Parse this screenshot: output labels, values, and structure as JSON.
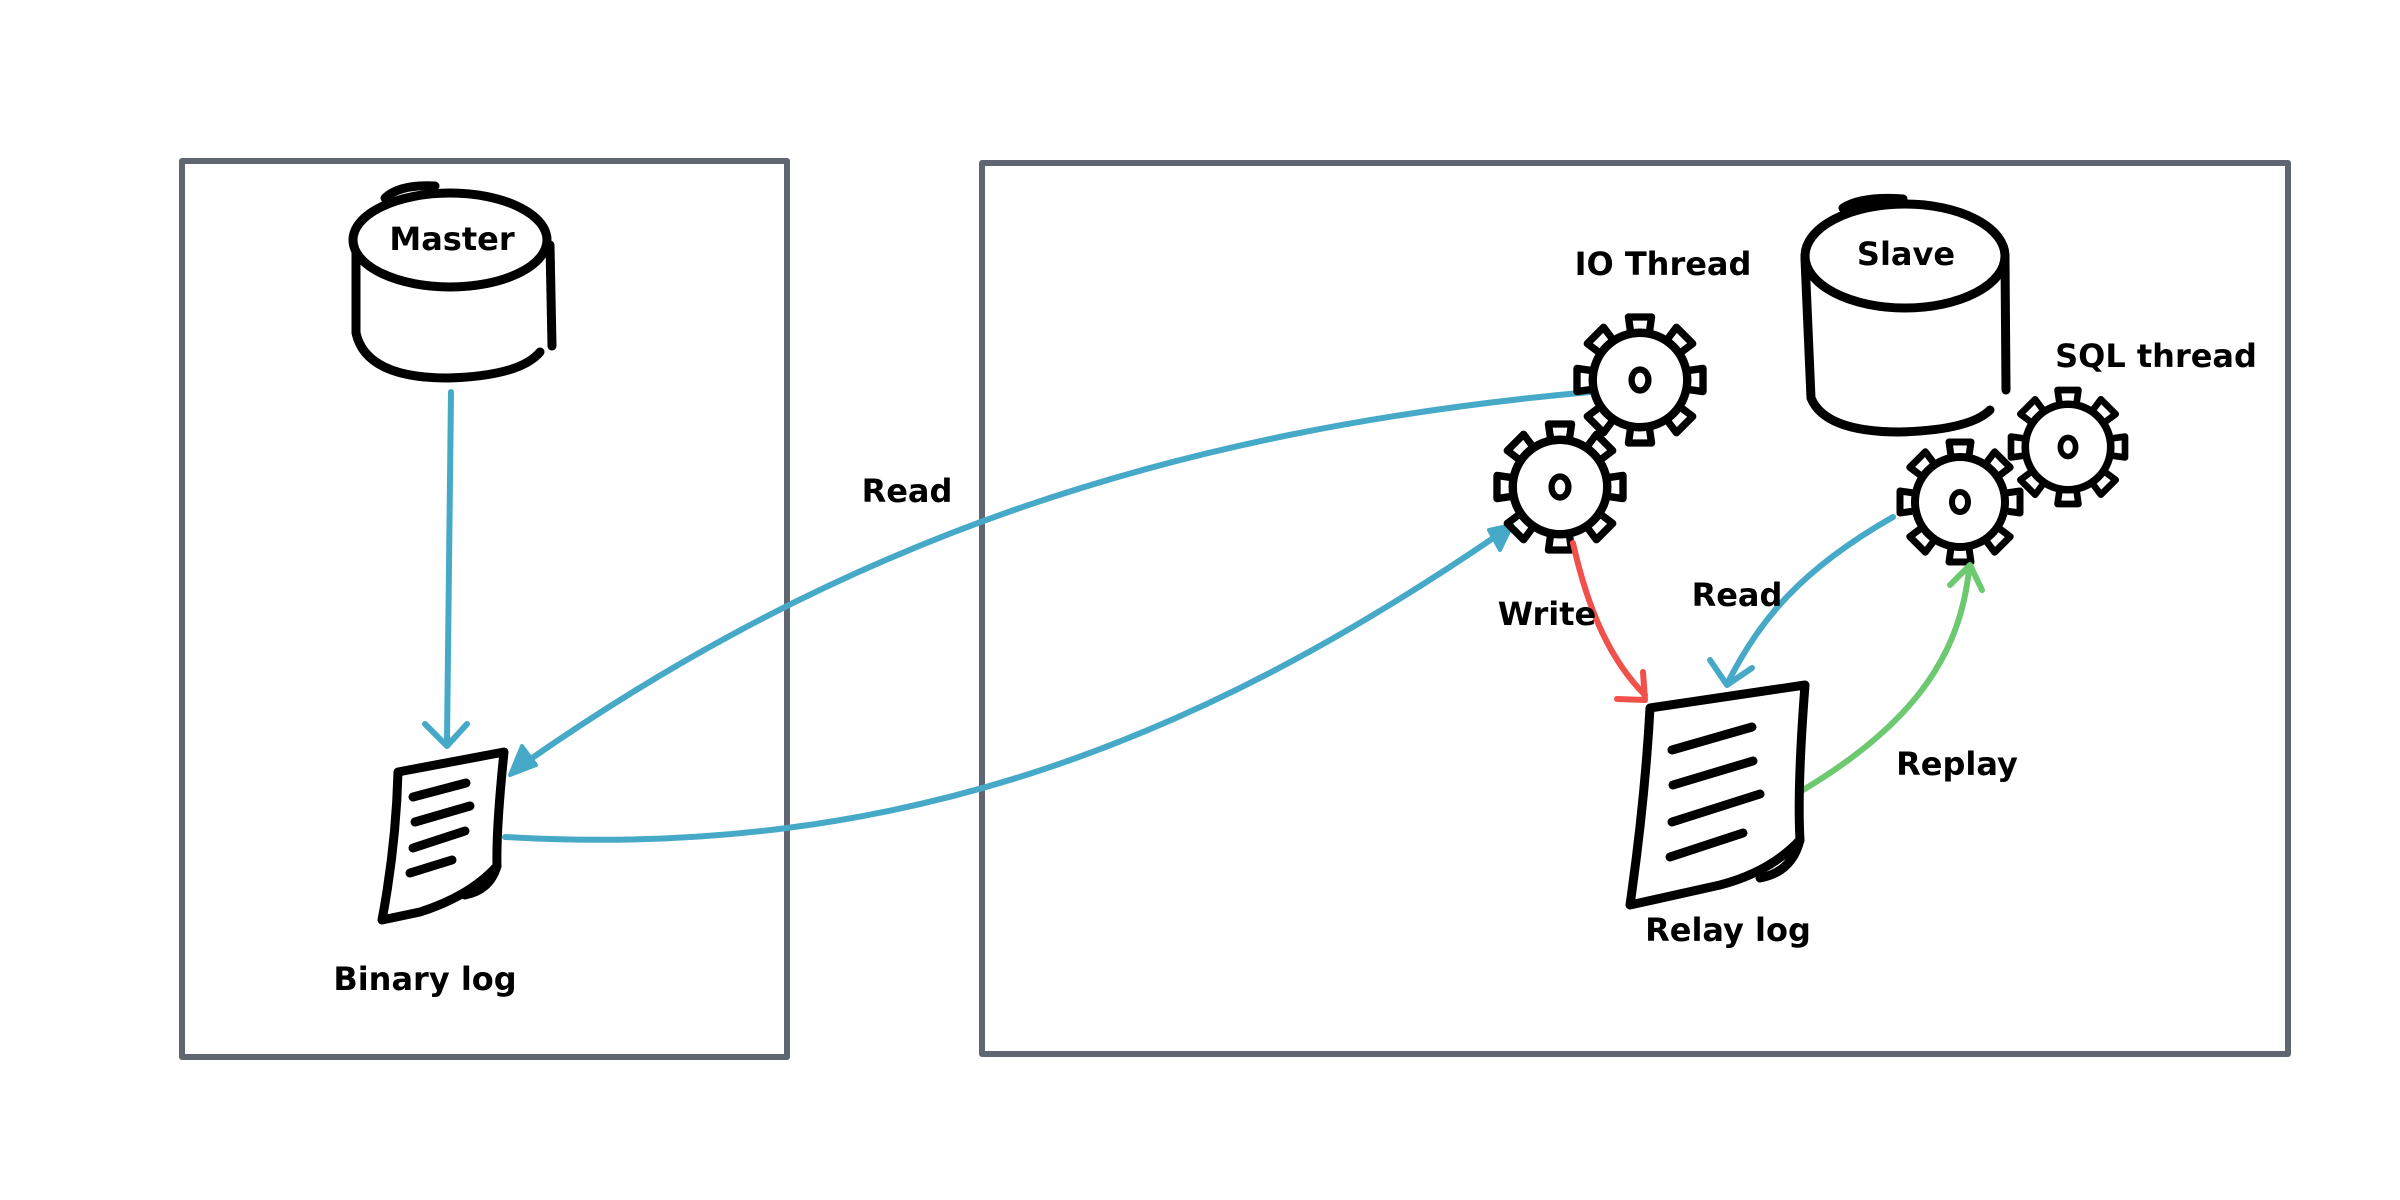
{
  "colors": {
    "frame": "#5f6670",
    "flow_blue": "#47a9c8",
    "flow_red": "#f2504a",
    "flow_green": "#6cc96f",
    "ink": "#000000",
    "background": "#ffffff"
  },
  "master": {
    "db_label": "Master",
    "binary_log_label": "Binary log"
  },
  "slave": {
    "db_label": "Slave",
    "io_thread_label": "IO Thread",
    "sql_thread_label": "SQL thread",
    "relay_log_label": "Relay log"
  },
  "edges": {
    "read_remote_label": "Read",
    "write_label": "Write",
    "read_relay_label": "Read",
    "replay_label": "Replay"
  },
  "icons": {
    "master_db": "database-cylinder-icon",
    "slave_db": "database-cylinder-icon",
    "binary_log": "document-icon",
    "relay_log": "document-icon",
    "io_thread": "gear-pair-icon",
    "sql_thread": "gear-pair-icon"
  }
}
